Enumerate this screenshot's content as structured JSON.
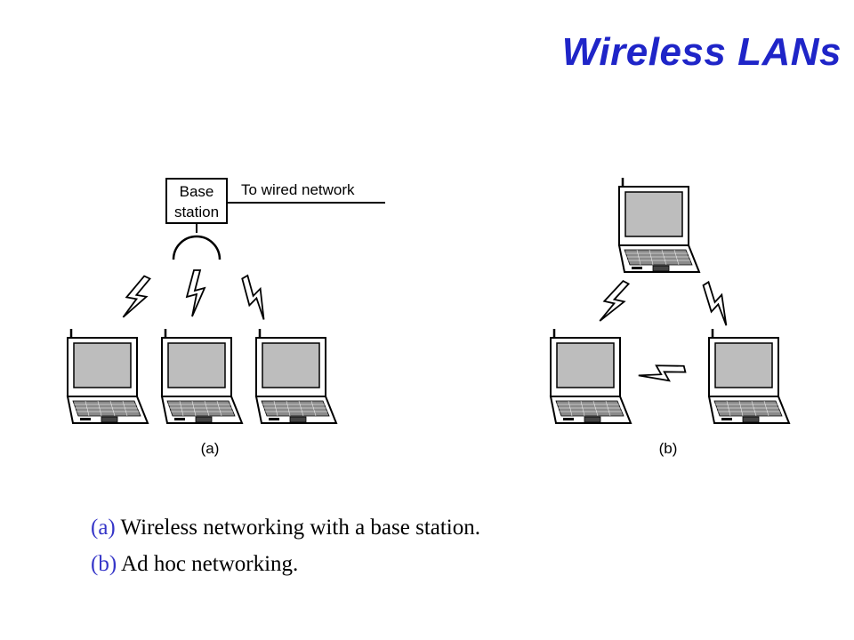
{
  "title": "Wireless LANs",
  "diagram": {
    "base_station_line1": "Base",
    "base_station_line2": "station",
    "wired_label": "To wired network",
    "label_a": "(a)",
    "label_b": "(b)"
  },
  "captions": [
    {
      "tag": "(a)",
      "text": " Wireless networking with a base station."
    },
    {
      "tag": "(b)",
      "text": " Ad hoc networking."
    }
  ],
  "colors": {
    "title": "#1f25c8",
    "caption_tag": "#3535c8",
    "screen": "#bdbdbd"
  }
}
